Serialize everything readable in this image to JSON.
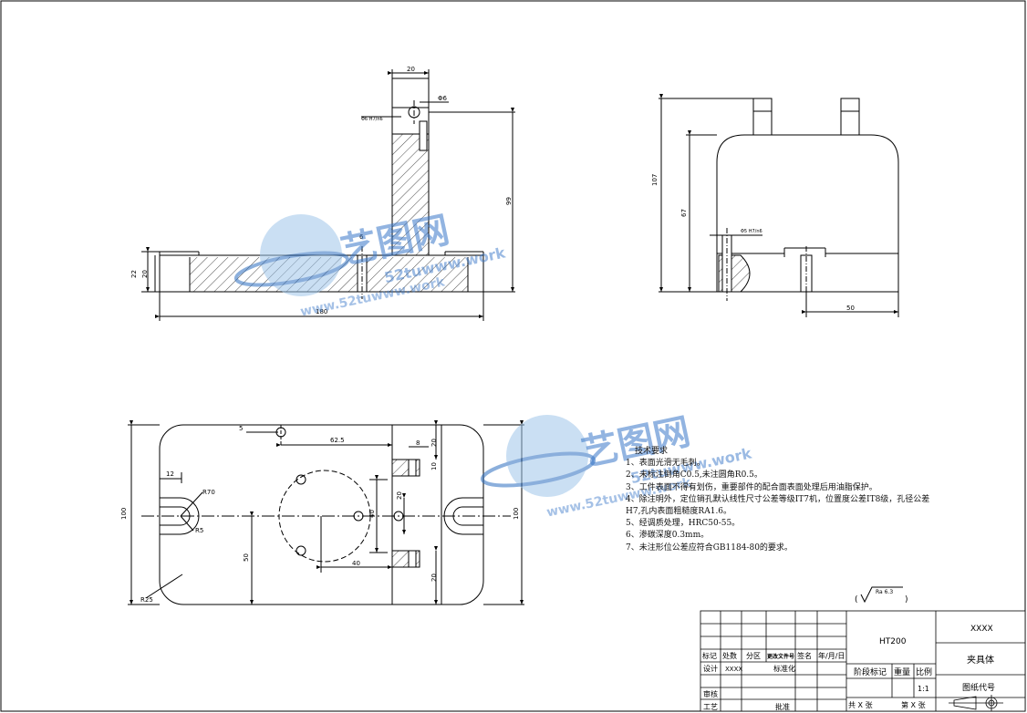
{
  "drawing": {
    "front_view": {
      "dim_top_width": "20",
      "dim_pin_dia": "Φ6",
      "dim_hole_fit": "Φ6 H7/n6",
      "dim_total_height": "99",
      "dim_small": "6",
      "dim_base_height_outer": "22",
      "dim_base_height_inner": "20",
      "dim_length": "180"
    },
    "side_view": {
      "dim_total_height": "107",
      "dim_body_height": "67",
      "dim_hole_fit": "Φ5 H7/n6",
      "dim_width": "50"
    },
    "top_view": {
      "dim_small": "5",
      "dim_offset": "62.5",
      "dim_slot": "8",
      "dim_20_top": "20",
      "dim_10": "10",
      "dim_12": "12",
      "dim_r70": "R70",
      "dim_r5": "R5",
      "dim_20_mid": "20",
      "dim_40_circle": "40",
      "dim_100_left": "100",
      "dim_100_right": "100",
      "dim_50": "50",
      "dim_40_bottom": "40",
      "dim_20_bot": "20",
      "dim_r25": "R25"
    }
  },
  "notes": {
    "title": "技术要求",
    "items": [
      "1、表面光滑无毛刺。",
      "2、未标注倒角C0.5,未注圆角R0.5。",
      "3、工件表面不得有划伤，重要部件的配合面表面处理后用油脂保护。",
      "4、除注明外，定位销孔默认线性尺寸公差等级IT7机，位置度公差IT8级，孔径公差",
      "H7,孔内表面粗糙度RA1.6。",
      "5、经调质处理，HRC50-55。",
      "6、渗碳深度0.3mm。",
      "7、未注形位公差应符合GB1184-80的要求。"
    ]
  },
  "roughness": "Ra 6.3",
  "watermark": {
    "brand": "艺图网",
    "domain": "52tuwww.work",
    "url": "www.52tuwww.work"
  },
  "title_block": {
    "material": "HT200",
    "company": "XXXX",
    "part_name": "夹具体",
    "drawing_no_label": "图纸代号",
    "stage_label": "阶段标记",
    "weight_label": "重量",
    "scale_label": "比例",
    "scale_value": "1:1",
    "sheet_total": "共  X  张",
    "sheet_num": "第  X  张",
    "row_labels": {
      "mark": "标记",
      "count": "处数",
      "zone": "分区",
      "change_doc": "更改文件号",
      "sign": "签名",
      "date": "年/月/日",
      "design": "设计",
      "designer": "XXXX",
      "standard": "标准化",
      "review": "审核",
      "process": "工艺",
      "approve": "批准"
    }
  }
}
